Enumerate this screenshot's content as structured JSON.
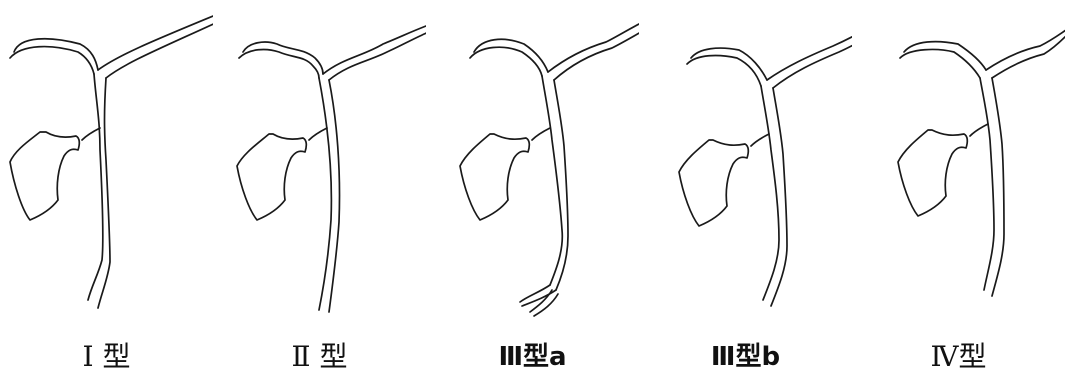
{
  "figure": {
    "panels": [
      {
        "id": "type-1",
        "label": "Ⅰ 型",
        "duct_style": "smooth",
        "lower_branches": false
      },
      {
        "id": "type-2",
        "label": "Ⅱ 型",
        "duct_style": "wide-smooth",
        "lower_branches": false
      },
      {
        "id": "type-3a",
        "label": "Ⅲ型a",
        "duct_style": "irregular",
        "lower_branches": true
      },
      {
        "id": "type-3b",
        "label": "Ⅲ型b",
        "duct_style": "irregular",
        "lower_branches": false
      },
      {
        "id": "type-4",
        "label": "Ⅳ型",
        "duct_style": "irregular",
        "lower_branches": false
      }
    ],
    "line_color": "#1a1a1a"
  }
}
